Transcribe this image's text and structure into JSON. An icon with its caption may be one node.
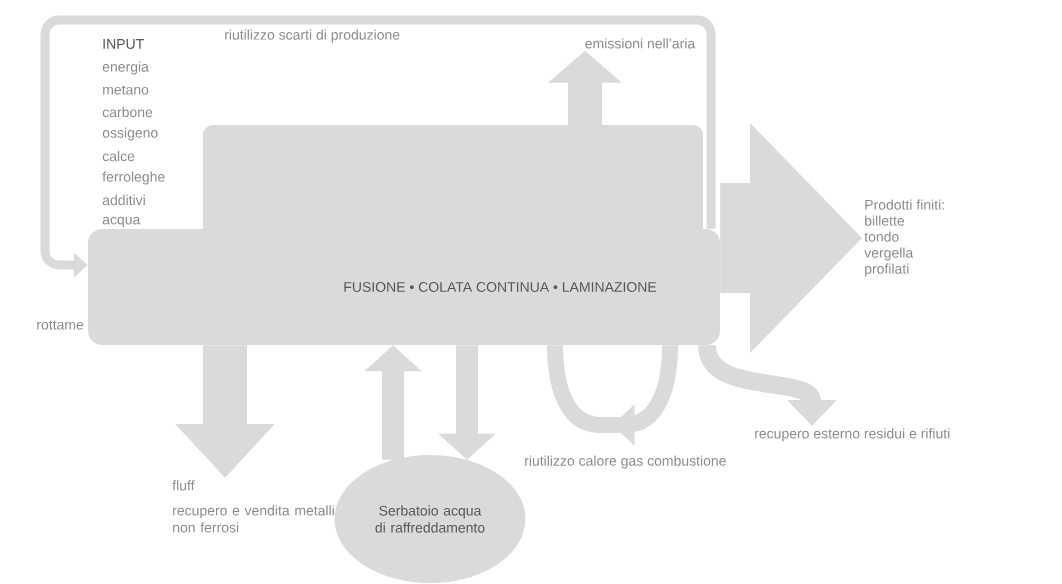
{
  "diagram": {
    "nodes": [
      {
        "text": [
          "FUSIONE • COLATA CONTINUA • LAMINAZIONE"
        ]
      },
      {
        "text": [
          "emissioni nell’aria"
        ]
      },
      {
        "text": [
          "Prodotti finiti:",
          "billette",
          "tondo",
          "vergella",
          "profilati"
        ]
      },
      {
        "text": [
          "fluff",
          "recupero e vendita metalli non ferrosi"
        ]
      },
      {
        "text": [
          "Serbatoio acqua di raffreddamento"
        ]
      },
      {
        "text": [
          "recupero esterno residui e rifiuti"
        ]
      }
    ],
    "edges": [
      {
        "from": 0,
        "to": 1,
        "arrow": "to"
      },
      {
        "from": 0,
        "to": 2,
        "arrow": "to",
        "style": "thick"
      },
      {
        "from": 0,
        "to": 3,
        "arrow": "to",
        "style": "thick"
      },
      {
        "from": 4,
        "to": 0,
        "arrow": "to"
      },
      {
        "from": 0,
        "to": 4,
        "arrow": "to"
      },
      {
        "from": 0,
        "to": 5,
        "arrow": "to"
      },
      {
        "from": 0,
        "to": 0,
        "arrow": "to",
        "label": "riutilizzo calore gas combustione"
      },
      {
        "from": 0,
        "to": 0,
        "arrow": "to",
        "label": "riutilizzo scarti di produzione"
      }
    ],
    "labels": [
      "INPUT",
      "energia",
      "metano",
      "carbone",
      "ossigeno",
      "calce",
      "ferroleghe",
      "additivi",
      "acqua",
      "rottame"
    ]
  }
}
